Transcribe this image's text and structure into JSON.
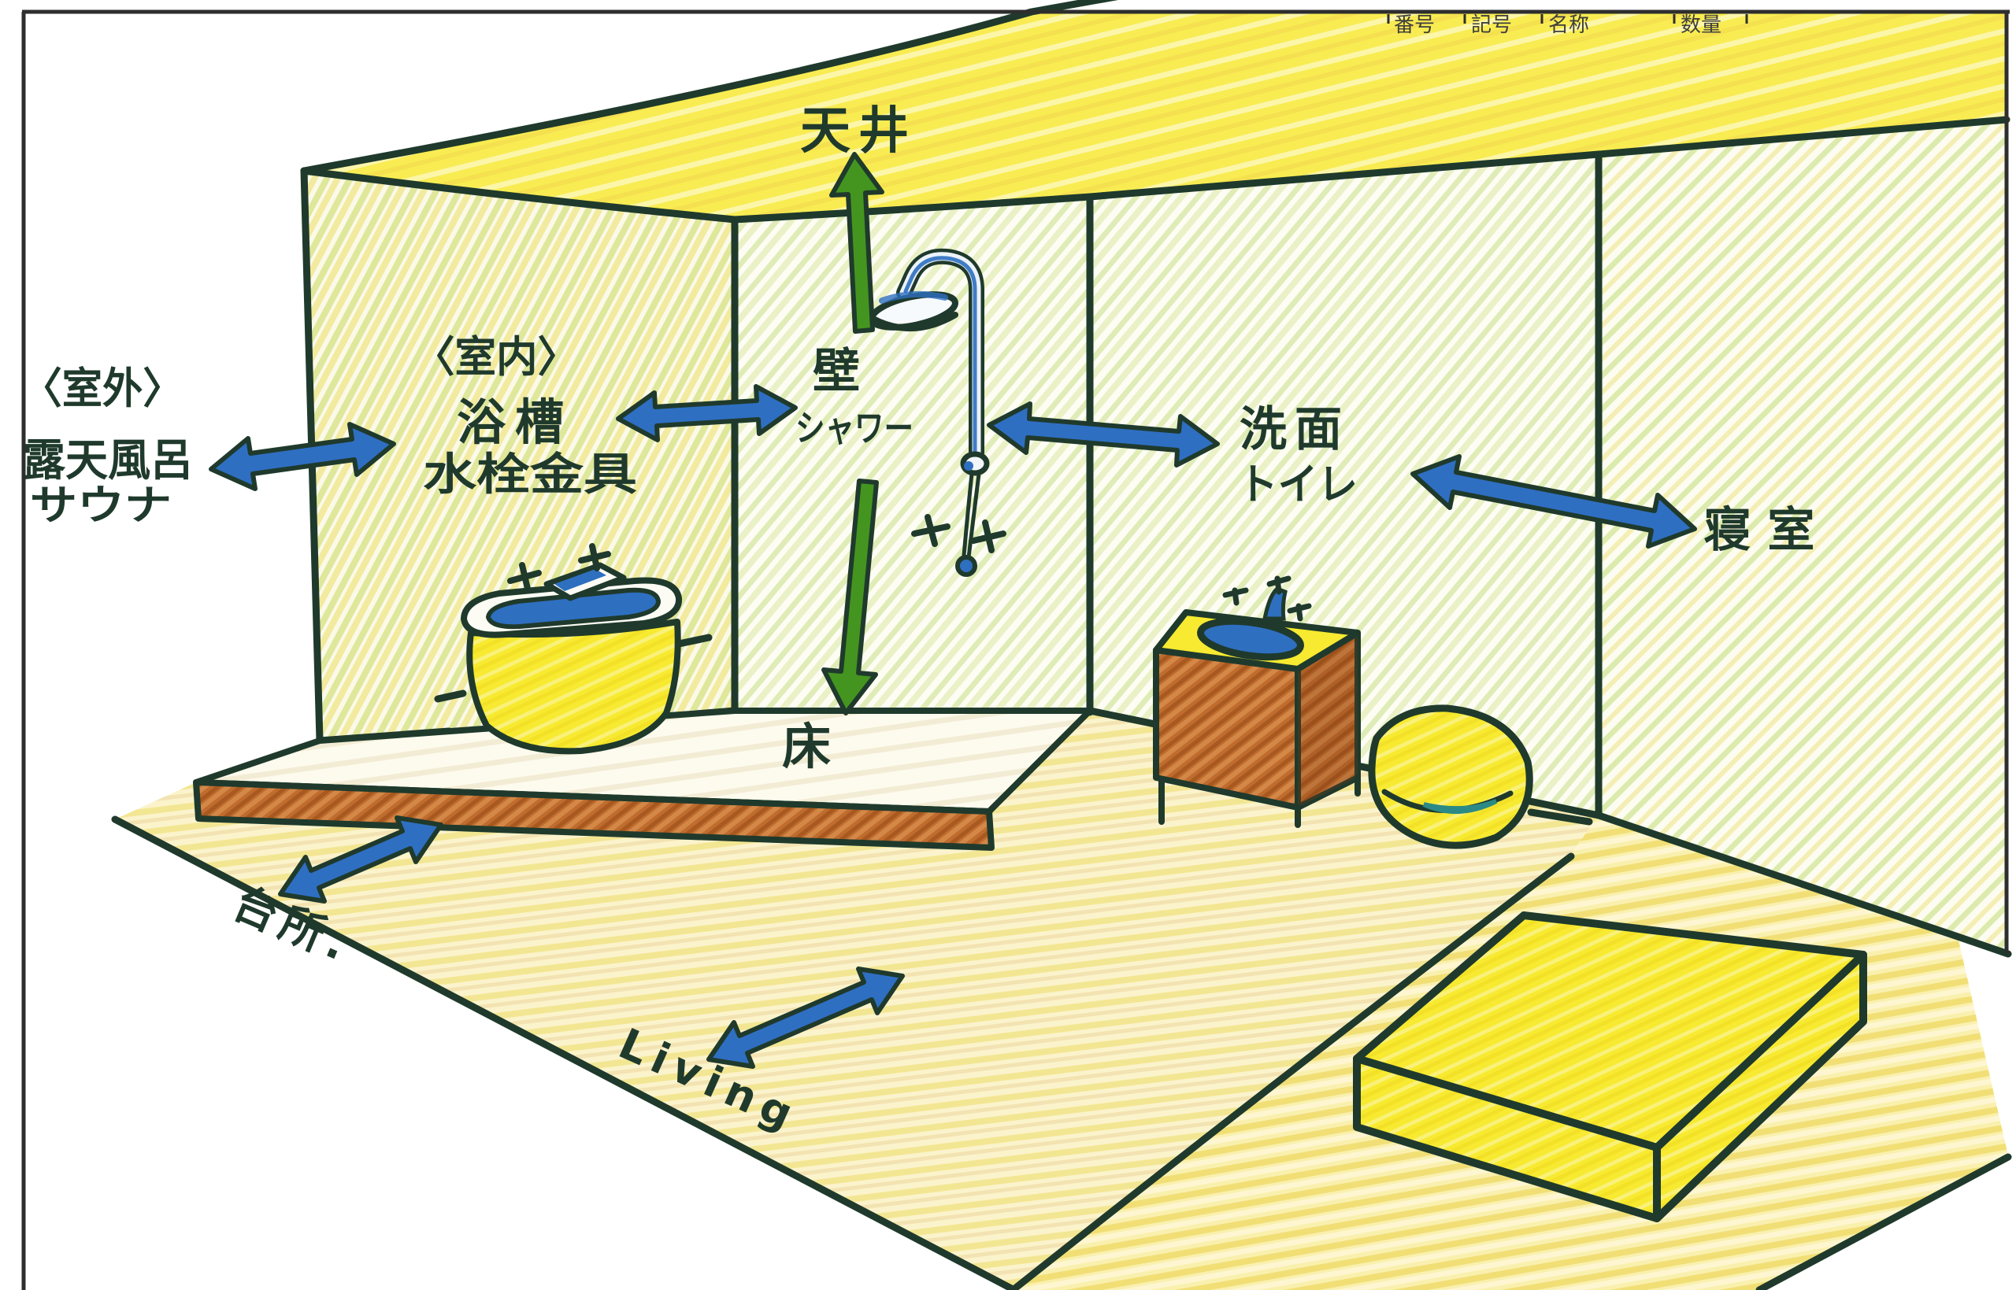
{
  "title_block": {
    "number": "番号",
    "symbol": "記号",
    "name": "名称",
    "quantity": "数量"
  },
  "labels": {
    "ceiling": "天井",
    "wall": "壁",
    "shower": "シャワー",
    "indoor_heading": "〈室内〉",
    "bathtub": "浴槽",
    "faucet_fittings": "水栓金具",
    "outdoor_heading": "〈室外〉",
    "open_air_bath": "露天風呂",
    "sauna": "サウナ",
    "washbasin": "洗面",
    "toilet": "トイレ",
    "bedroom": "寝 室",
    "floor": "床",
    "kitchen": "台所.",
    "living": "Living"
  },
  "colors": {
    "ink": "#1f3a2c",
    "arrow_blue": "#2f6fc2",
    "arrow_green": "#44951f",
    "ceiling_yellow": "#f8ec52",
    "object_yellow": "#f7ea30",
    "wall_green": "#d8e8a8",
    "floor_cream": "#fbf3cb",
    "cabinet_brown": "#c06c2e",
    "water_blue": "#2e6fc0"
  }
}
